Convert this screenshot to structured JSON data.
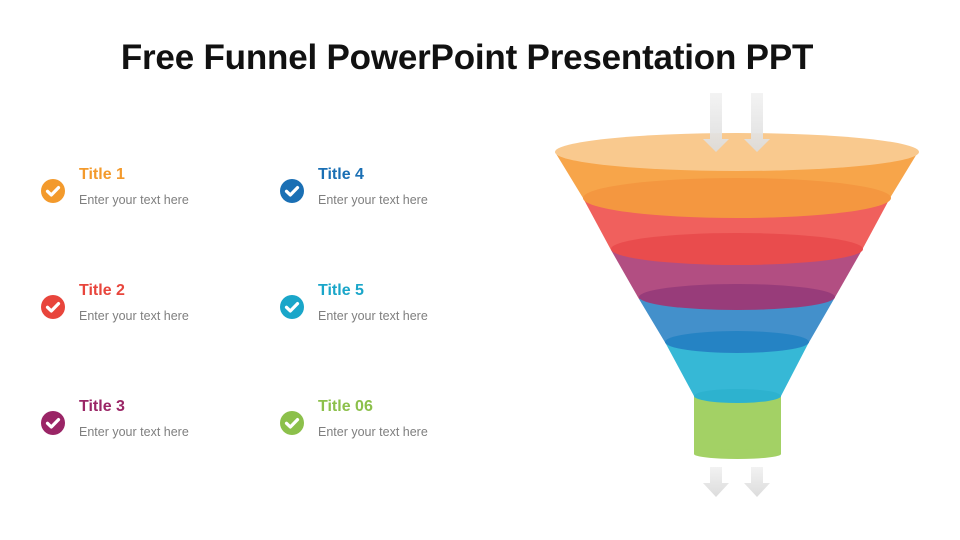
{
  "slide": {
    "title": "Free Funnel PowerPoint Presentation PPT"
  },
  "items": [
    {
      "title": "Title 1",
      "text": "Enter your text here",
      "color": "#F39A2C",
      "icon": "check-circle-icon"
    },
    {
      "title": "Title 2",
      "text": "Enter your text here",
      "color": "#E8453C",
      "icon": "check-circle-icon"
    },
    {
      "title": "Title 3",
      "text": "Enter your text here",
      "color": "#9A2566",
      "icon": "check-circle-icon"
    },
    {
      "title": "Title 4",
      "text": "Enter your text here",
      "color": "#1A6FB4",
      "icon": "check-circle-icon"
    },
    {
      "title": "Title 5",
      "text": "Enter your text here",
      "color": "#1AA6C9",
      "icon": "check-circle-icon"
    },
    {
      "title": "Title 06",
      "text": "Enter your text here",
      "color": "#8CC04B",
      "icon": "check-circle-icon"
    }
  ],
  "funnel": {
    "layers": [
      {
        "name": "orange",
        "color": "#F7A54A",
        "top_color": "#F9C98E"
      },
      {
        "name": "red",
        "color": "#F0605D",
        "top_color": "#F49740"
      },
      {
        "name": "magenta",
        "color": "#B24E82",
        "top_color": "#E94C4D"
      },
      {
        "name": "blue",
        "color": "#4390CB",
        "top_color": "#983C7A"
      },
      {
        "name": "cyan",
        "color": "#36B8D6",
        "top_color": "#2583C4"
      },
      {
        "name": "green",
        "color": "#A3D165",
        "top_color": "#2DB2CF"
      }
    ],
    "arrow_color": "#E6E6E6",
    "input_arrows": 2,
    "output_arrows": 2
  }
}
